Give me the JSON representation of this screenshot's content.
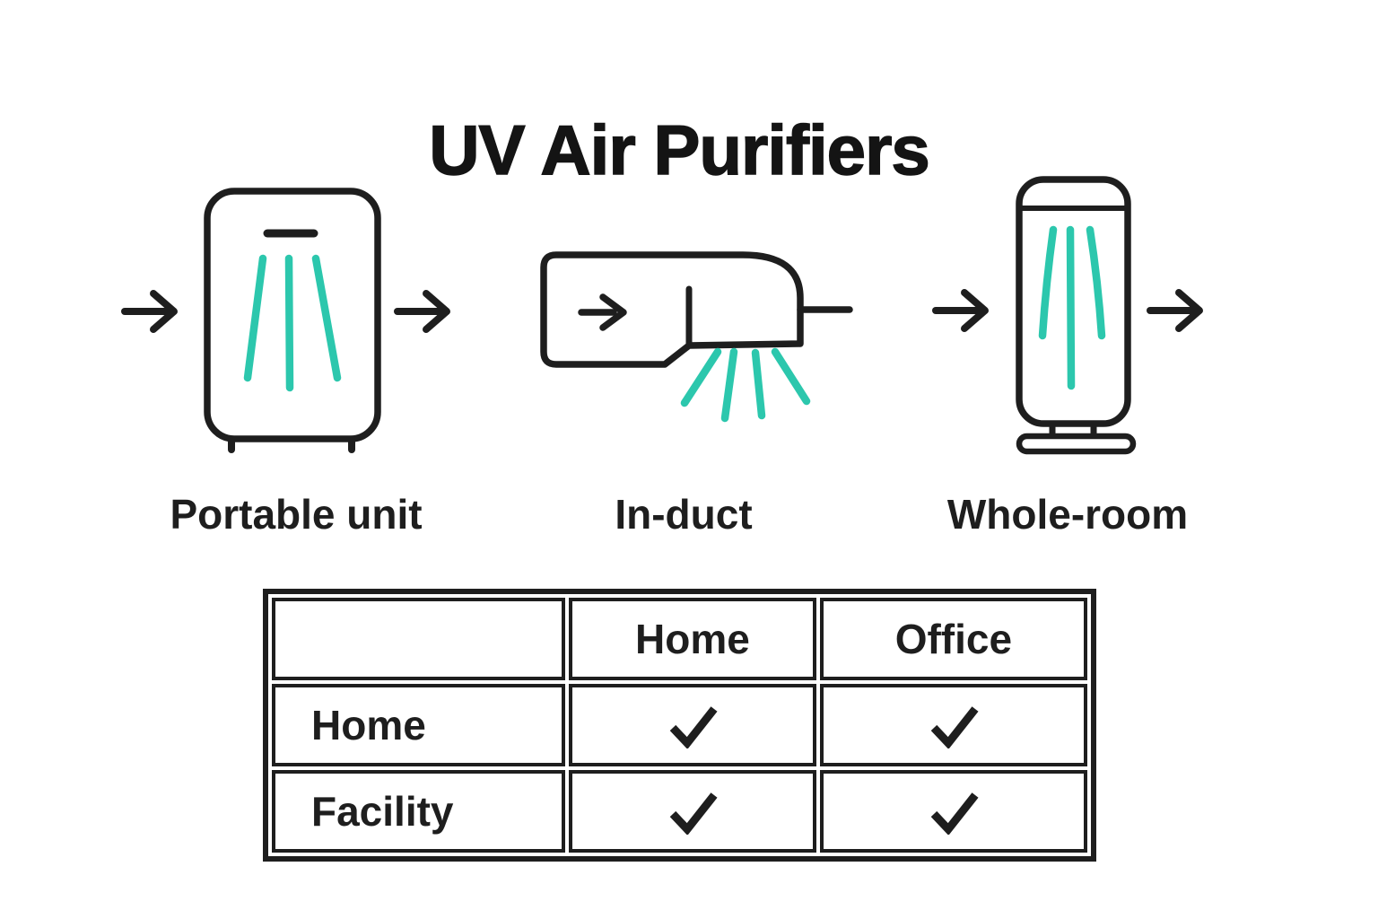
{
  "page": {
    "title": "UV Air Purifiers",
    "background": "#FFFFFF"
  },
  "palette": {
    "ink": "#1E1E1E",
    "uv_teal": "#2CC7AD"
  },
  "units": [
    {
      "label": "Portable unit",
      "icon": "portable-unit-icon"
    },
    {
      "label": "In-duct",
      "icon": "in-duct-icon"
    },
    {
      "label": "Whole-room",
      "icon": "whole-room-icon"
    }
  ],
  "flow": {
    "arrow_icon": "flow-arrow-icon",
    "direction": "right"
  },
  "table": {
    "column_headers": [
      "",
      "Home",
      "Office"
    ],
    "rows": [
      {
        "label": "Home",
        "cells": [
          true,
          true
        ]
      },
      {
        "label": "Facility",
        "cells": [
          true,
          true
        ]
      }
    ],
    "check_icon": "check-icon"
  }
}
